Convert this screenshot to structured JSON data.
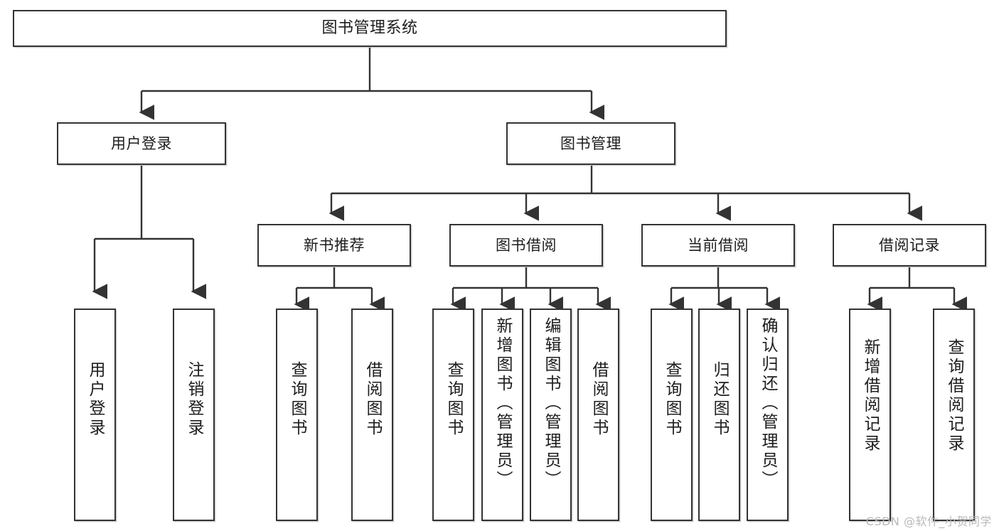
{
  "diagram": {
    "title": "图书管理系统",
    "type": "tree",
    "watermark": "CSDN @软件_小贺同学",
    "colors": {
      "stroke": "#333333",
      "fill": "#ffffff",
      "text": "#1d1d1d",
      "watermark": "#b9b9b9"
    },
    "nodes": {
      "root": {
        "label": "图书管理系统"
      },
      "level2": [
        {
          "label": "用户登录"
        },
        {
          "label": "图书管理"
        }
      ],
      "level3": [
        {
          "label": "新书推荐"
        },
        {
          "label": "图书借阅"
        },
        {
          "label": "当前借阅"
        },
        {
          "label": "借阅记录"
        }
      ],
      "leaves_user_login": [
        {
          "label": "用户登录"
        },
        {
          "label": "注销登录"
        }
      ],
      "leaves_new_books": [
        {
          "label": "查询图书"
        },
        {
          "label": "借阅图书"
        }
      ],
      "leaves_borrow": [
        {
          "label": "查询图书"
        },
        {
          "label": "新增图书（管理员）"
        },
        {
          "label": "编辑图书（管理员）"
        },
        {
          "label": "借阅图书"
        }
      ],
      "leaves_current": [
        {
          "label": "查询图书"
        },
        {
          "label": "归还图书"
        },
        {
          "label": "确认归还（管理员）"
        }
      ],
      "leaves_records": [
        {
          "label": "新增借阅记录"
        },
        {
          "label": "查询借阅记录"
        }
      ]
    }
  }
}
